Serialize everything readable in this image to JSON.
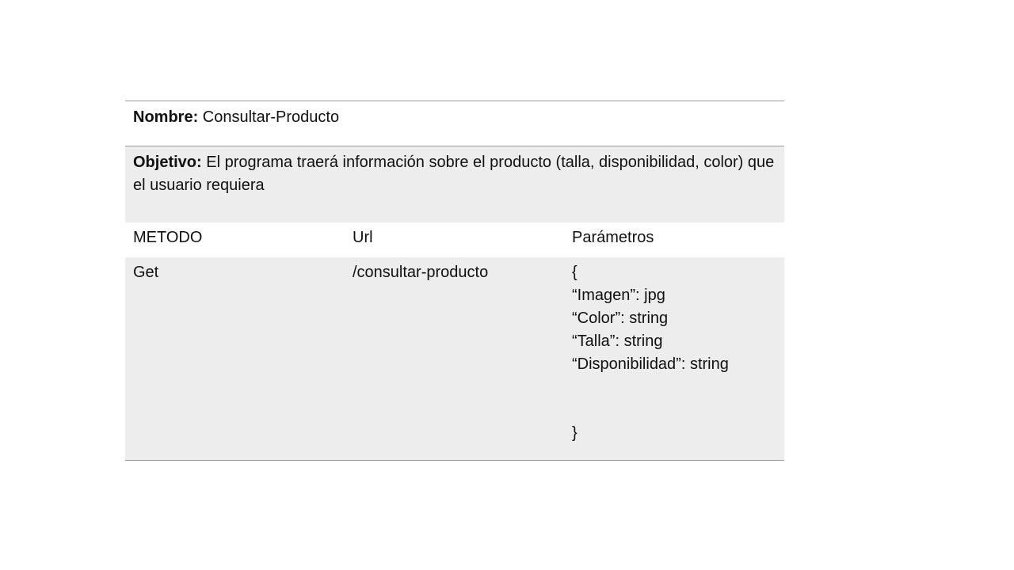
{
  "nombre": {
    "label": "Nombre:",
    "value": " Consultar-Producto"
  },
  "objetivo": {
    "label": "Objetivo:",
    "value": " El programa traerá información sobre el producto (talla, disponibilidad, color) que el usuario requiera"
  },
  "headers": {
    "method": "METODO",
    "url": "Url",
    "params": "Parámetros"
  },
  "row": {
    "method": "Get",
    "url": "/consultar-producto",
    "params_open": "{",
    "params": [
      "“Imagen”: jpg",
      "“Color”: string",
      "“Talla”: string",
      "“Disponibilidad”: string"
    ],
    "params_close": "}"
  }
}
